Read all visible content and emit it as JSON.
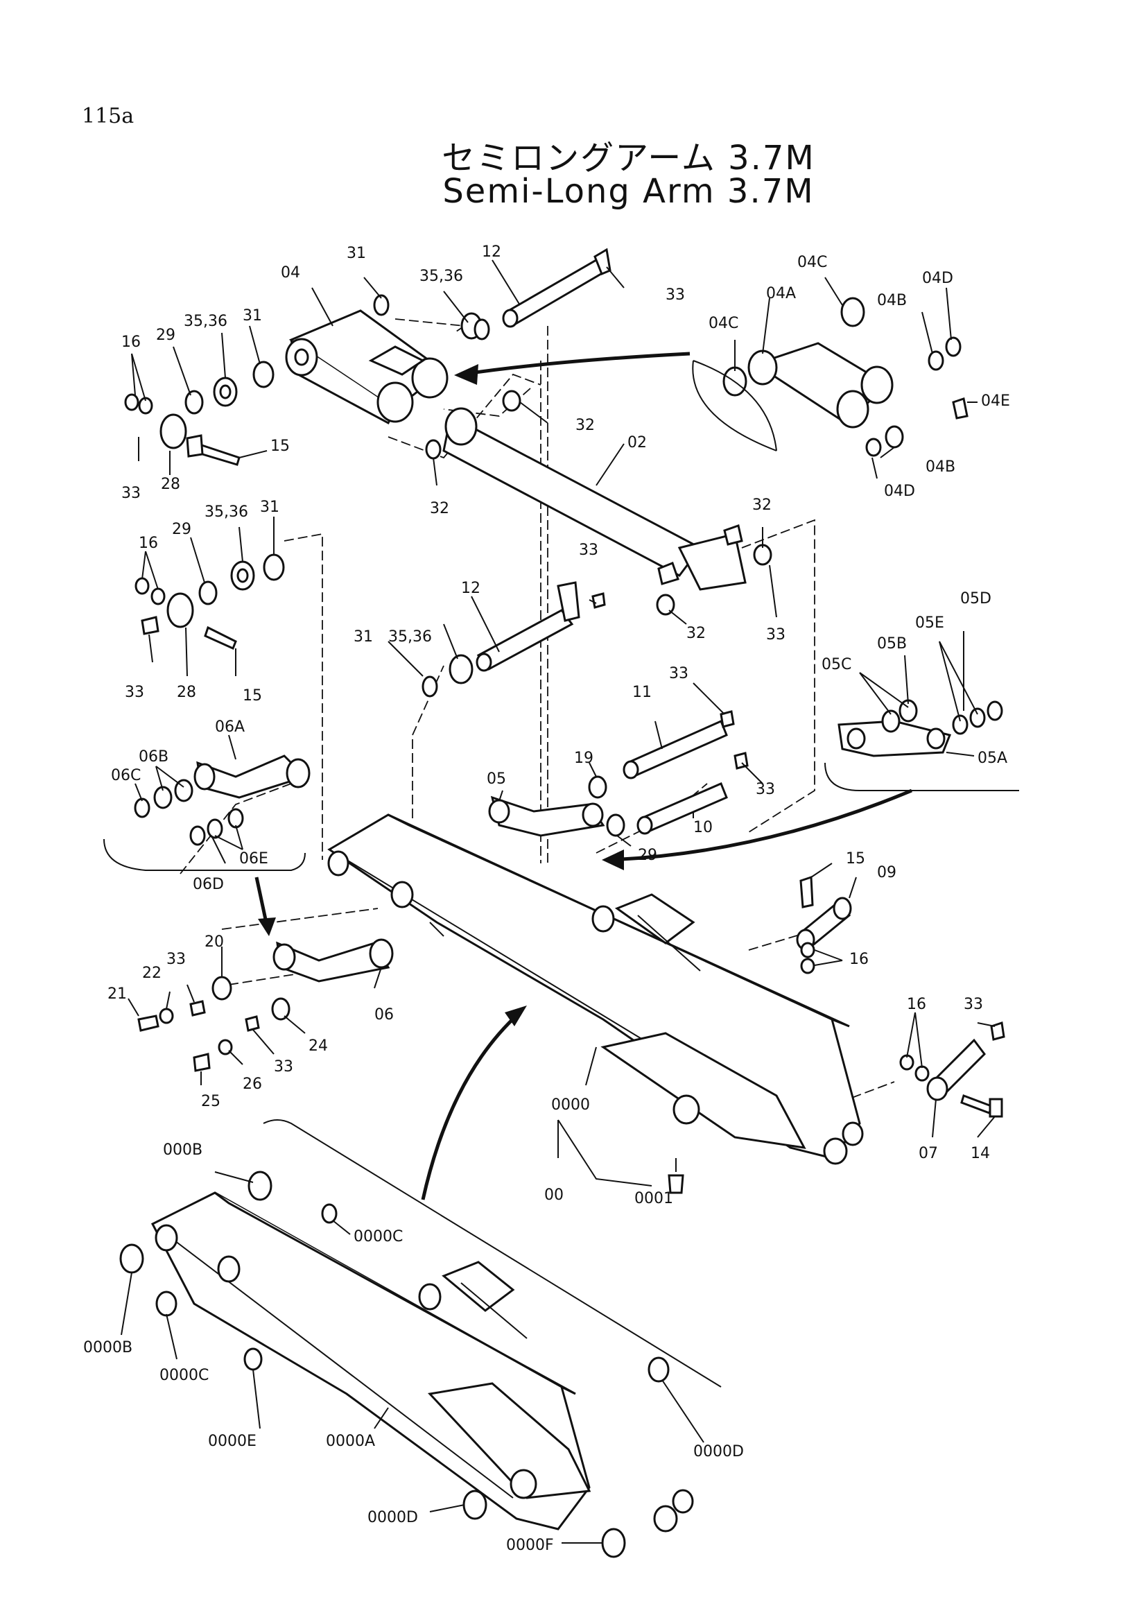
{
  "page": {
    "number": "115a"
  },
  "title": {
    "jp": "セミロングアーム 3.7M",
    "en": "Semi-Long Arm 3.7M"
  },
  "labels": {
    "l04": "04",
    "l31a": "31",
    "l3536a": "35,36",
    "l12a": "12",
    "l33a": "33",
    "l16a": "16",
    "l29a": "29",
    "l3536b": "35,36",
    "l31b": "31",
    "l15a": "15",
    "l33b": "33",
    "l28a": "28",
    "l32a": "32",
    "l32b": "32",
    "l02": "02",
    "l32c": "32",
    "l32d": "32",
    "l33c": "33",
    "l04A": "04A",
    "l04C1": "04C",
    "l04C2": "04C",
    "l04D1": "04D",
    "l04B1": "04B",
    "l04E": "04E",
    "l04B2": "04B",
    "l04D2": "04D",
    "l16b": "16",
    "l29b": "29",
    "l3536c": "35,36",
    "l31c": "31",
    "l33d": "33",
    "l28b": "28",
    "l15b": "15",
    "l12b": "12",
    "l33e": "33",
    "l3536d": "35,36",
    "l31d": "31",
    "l11": "11",
    "l33f": "33",
    "l19": "19",
    "l33g": "33",
    "l05": "05",
    "l10": "10",
    "l29c": "29",
    "l05D": "05D",
    "l05E": "05E",
    "l05B": "05B",
    "l05C": "05C",
    "l05A": "05A",
    "l06A": "06A",
    "l06B": "06B",
    "l06C": "06C",
    "l06E": "06E",
    "l06D": "06D",
    "l15c": "15",
    "l09": "09",
    "l16c": "16",
    "l20": "20",
    "l33h": "33",
    "l22": "22",
    "l21": "21",
    "l06": "06",
    "l24": "24",
    "l33i": "33",
    "l26": "26",
    "l25": "25",
    "l16d": "16",
    "l33j": "33",
    "l07": "07",
    "l14": "14",
    "l0000": "0000",
    "l00": "00",
    "l0001": "0001",
    "l000B": "000B",
    "l0000C1": "0000C",
    "l0000B": "0000B",
    "l0000C2": "0000C",
    "l0000E": "0000E",
    "l0000A": "0000A",
    "l0000D1": "0000D",
    "l0000D2": "0000D",
    "l0000F": "0000F"
  }
}
